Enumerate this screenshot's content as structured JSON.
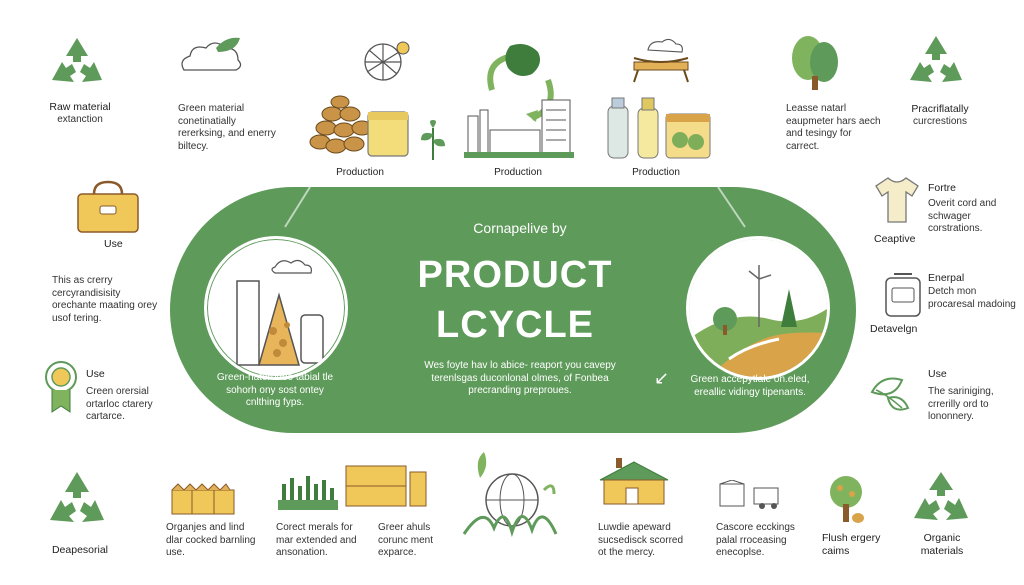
{
  "center": {
    "subtitle": "Cornapelive by",
    "title_line1": "PRODUCT",
    "title_line2": "LCYCLE",
    "body": "Wes foyte hav lo abice- reaport you cavepy terenlsgas duconlonal olmes, of Fonbea precranding preproues."
  },
  "left_circle": {
    "caption": "Green-naterodbo tabial tle sohorh ony sost ontey cnlthing fyps."
  },
  "right_circle": {
    "caption": "Green accepytlale on.eled, ereallic vidingy tipenants."
  },
  "top": {
    "raw": {
      "title": "Raw material",
      "text": "extanction"
    },
    "green": {
      "text": "Green material conetinatially rererksing, and enerry biltecy."
    },
    "production": [
      "Production",
      "Production",
      "Production"
    ],
    "lease": {
      "text": "Leasse natarl eaupmeter hars aech and tesingy for carrect."
    },
    "prac": {
      "title": "Pracriflatally",
      "text": "curcrestions"
    }
  },
  "left": {
    "use1": {
      "title": "Use"
    },
    "use1_text": {
      "text": "This as crerry cercyrandisisity orechante maating orey usof tering."
    },
    "use2": {
      "title": "Use",
      "text": "Creen orersial ortarloc ctarery cartarce."
    }
  },
  "right": {
    "forte": {
      "title": "Fortre",
      "text": "Overit cord and schwager corstrations."
    },
    "capative": {
      "title": "Ceaptive"
    },
    "enerpal": {
      "title": "Enerpal",
      "text": "Detch mon procaresal madoing"
    },
    "detavelgn": {
      "title": "Detavelgn"
    },
    "use": {
      "title": "Use",
      "text": "The sariniging, crrerilly ord to lononnery."
    }
  },
  "bottom": {
    "deap": {
      "title": "Deapesorial"
    },
    "organjes": {
      "text": "Organjes and lind dlar cocked barnling use."
    },
    "corect": {
      "text": "Corect merals for mar extended and ansonation."
    },
    "greer": {
      "text": "Greer ahuls corunc ment exparce."
    },
    "luwdie": {
      "text": "Luwdie apeward sucsedisck scorred ot the mercy."
    },
    "cascore": {
      "text": "Cascore ecckings palal rroceasing enecoplse."
    },
    "flush": {
      "text": "Flush ergery caims"
    },
    "organic": {
      "text": "Organic materials"
    }
  },
  "colors": {
    "green": "#5e9a5a",
    "darkgreen": "#3f7d3c",
    "yellow": "#f0c85a",
    "brown": "#b07a3a"
  },
  "icons": [
    "recycle-icon",
    "cloud-leaf-icon",
    "windmill-icon",
    "biomass-pellets-icon",
    "jar-icon",
    "recycle-leaf-icon",
    "factory-icon",
    "bench-icon",
    "bottles-icon",
    "sprout-icon",
    "tree-icon",
    "shopping-bag-icon",
    "rosette-icon",
    "tshirt-icon",
    "appliance-icon",
    "leaf-sprout-icon",
    "crate-icon",
    "planters-icon",
    "pallet-icon",
    "globe-plant-icon",
    "house-icon",
    "truck-icon",
    "apple-tree-icon"
  ]
}
